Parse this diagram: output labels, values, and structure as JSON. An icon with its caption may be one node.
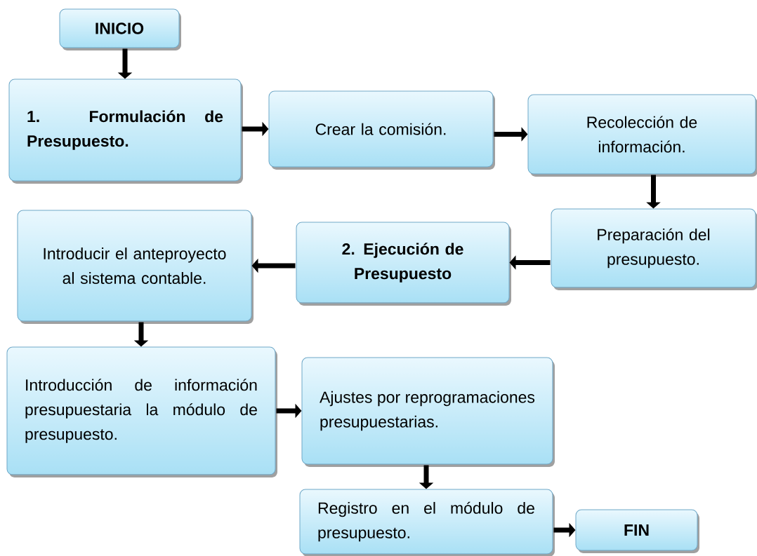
{
  "diagram": {
    "nodes": [
      {
        "text": [
          "INICIO"
        ]
      },
      {
        "text": [
          "1. Formulación de Presupuesto."
        ]
      },
      {
        "text": [
          "Crear la comisión."
        ]
      },
      {
        "text": [
          "Recolección de información."
        ]
      },
      {
        "text": [
          "Preparación del presupuesto."
        ]
      },
      {
        "text": [
          "2. Ejecución de Presupuesto"
        ]
      },
      {
        "text": [
          "Introducir el anteproyecto al sistema contable."
        ]
      },
      {
        "text": [
          "Introducción de información presupuestaria la módulo de presupuesto."
        ]
      },
      {
        "text": [
          "Ajustes por reprogramaciones presupuestarias."
        ]
      },
      {
        "text": [
          "Registro en el módulo de presupuesto."
        ]
      },
      {
        "text": [
          "FIN"
        ]
      }
    ],
    "edges": [
      {
        "from": 0,
        "to": 1,
        "arrow": "to"
      },
      {
        "from": 1,
        "to": 2,
        "arrow": "to"
      },
      {
        "from": 2,
        "to": 3,
        "arrow": "to"
      },
      {
        "from": 3,
        "to": 4,
        "arrow": "to"
      },
      {
        "from": 4,
        "to": 5,
        "arrow": "to"
      },
      {
        "from": 5,
        "to": 6,
        "arrow": "to"
      },
      {
        "from": 6,
        "to": 7,
        "arrow": "to"
      },
      {
        "from": 7,
        "to": 8,
        "arrow": "to"
      },
      {
        "from": 8,
        "to": 9,
        "arrow": "to"
      },
      {
        "from": 9,
        "to": 10,
        "arrow": "to"
      }
    ]
  }
}
